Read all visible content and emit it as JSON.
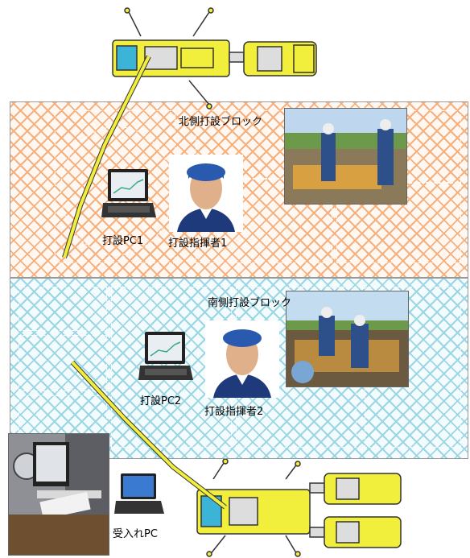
{
  "labels": {
    "north_block": "北側打設ブロック",
    "south_block": "南側打設ブロック",
    "pc1": "打設PC1",
    "pc2": "打設PC2",
    "supervisor1": "打設指揮者1",
    "supervisor2": "打設指揮者2",
    "receiving_pc": "受入れPC"
  },
  "colors": {
    "north_hatch": "#f5b07d",
    "south_hatch": "#9bd6e4",
    "pump_truck": "#f2ee3c",
    "pump_outline": "#333333"
  }
}
